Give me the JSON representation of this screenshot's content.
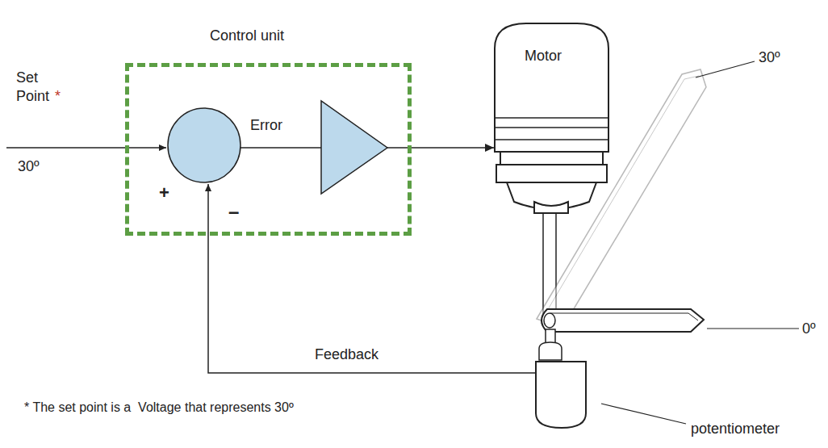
{
  "diagram": {
    "nodes": [
      {
        "text": [
          "Control unit"
        ]
      },
      {
        "text": [
          "Motor"
        ]
      }
    ],
    "edges": [
      {
        "from": 0,
        "to": 1,
        "arrow": "to"
      }
    ],
    "labels": [
      "Set Point",
      "*",
      "30º",
      "Error",
      "+",
      "–",
      "30º",
      "0º",
      "Feedback",
      "* The set point is a  Voltage that represents 30º",
      "potentiometer"
    ]
  }
}
